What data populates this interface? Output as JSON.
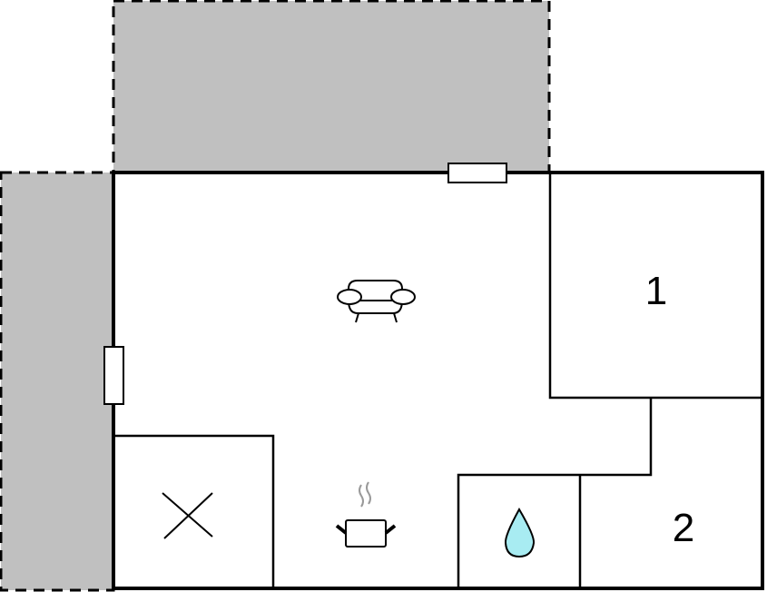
{
  "diagram": {
    "type": "floor-plan",
    "colors": {
      "wall": "#000000",
      "outdoor_area": "#c0c0c0",
      "water_drop": "#a8ecf2",
      "steam": "#999999"
    },
    "outdoor_areas": [
      {
        "name": "terrace-top",
        "style": "dashed"
      },
      {
        "name": "terrace-left",
        "style": "dashed"
      }
    ],
    "rooms": [
      {
        "id": "living",
        "icon": "armchair-icon"
      },
      {
        "id": "bedroom-1",
        "label": "1"
      },
      {
        "id": "bedroom-2",
        "label": "2"
      },
      {
        "id": "storage",
        "icon": "cross-icon"
      },
      {
        "id": "kitchen",
        "icon": "cooking-pot-icon"
      },
      {
        "id": "bathroom",
        "icon": "water-drop-icon"
      }
    ],
    "windows": [
      {
        "wall": "top"
      },
      {
        "wall": "left"
      }
    ]
  }
}
